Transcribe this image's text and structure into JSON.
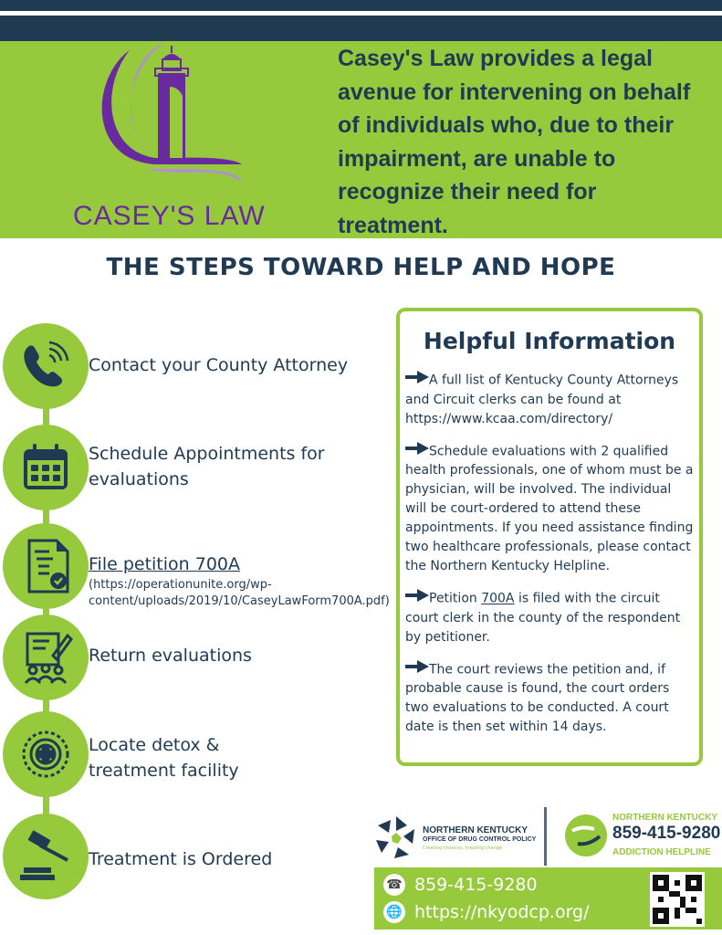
{
  "header": {
    "logo_text": "CASEY'S LAW",
    "intro": "Casey's Law provides a legal avenue for intervening on behalf of individuals who, due to their impairment, are unable to recognize their need for treatment."
  },
  "title": "THE STEPS TOWARD HELP AND HOPE",
  "steps": [
    {
      "label": "Contact your County Attorney",
      "icon": "phone-icon"
    },
    {
      "label": "Schedule Appointments for evaluations",
      "icon": "calendar-icon"
    },
    {
      "label": "File petition 700A",
      "sub": "(https://operationunite.org/wp-content/uploads/2019/10/CaseyLawForm700A.pdf)",
      "icon": "document-check-icon"
    },
    {
      "label": "Return evaluations",
      "icon": "evaluation-group-icon"
    },
    {
      "label": "Locate detox & treatment facility",
      "icon": "medical-icon"
    },
    {
      "label": "Treatment is Ordered",
      "icon": "gavel-icon"
    }
  ],
  "info": {
    "heading": "Helpful Information",
    "items": [
      "A full list of Kentucky County Attorneys and Circuit clerks can be found at https://www.kcaa.com/directory/",
      "Schedule evaluations with 2 qualified health professionals, one of whom must be a physician, will be involved. The individual will be court-ordered to attend these appointments. If you need assistance finding two healthcare professionals, please contact the Northern Kentucky Helpline.",
      "The court reviews the petition and, if probable cause is found, the court orders two evaluations to be conducted. A court date is then set within 14 days."
    ],
    "petition_pre": "Petition ",
    "petition_link": "700A",
    "petition_post": " is filed with the circuit court clerk in the county of the respondent by petitioner."
  },
  "footer": {
    "odcp_line1": "NORTHERN KENTUCKY",
    "odcp_line2": "OFFICE OF DRUG CONTROL POLICY",
    "odcp_tagline": "Creating chances, creating change",
    "helpline_top": "NORTHERN KENTUCKY",
    "helpline_phone": "859-415-9280",
    "helpline_bottom": "ADDICTION HELPLINE",
    "phone": "859-415-9280",
    "url": "https://nkyodcp.org/"
  },
  "colors": {
    "navy": "#1f3a52",
    "green": "#97c93d",
    "purple": "#6a2a9f"
  }
}
